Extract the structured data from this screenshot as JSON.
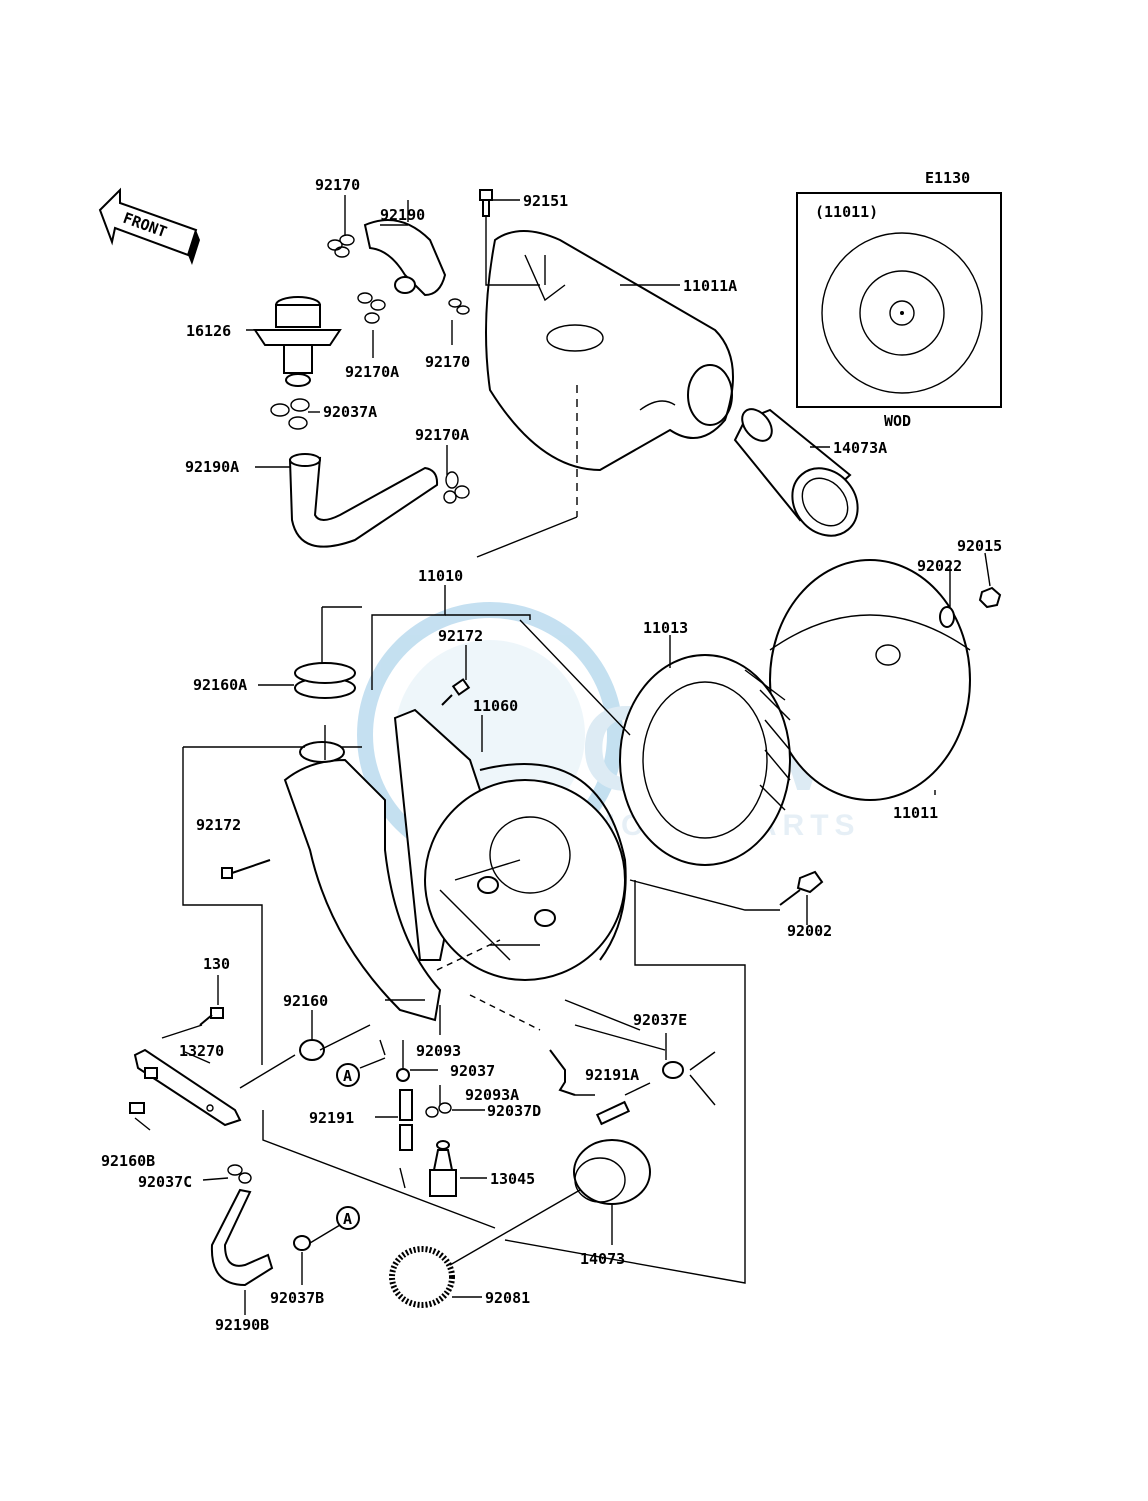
{
  "diagram": {
    "code": "E1130",
    "front_label": "FRONT",
    "inset": {
      "ref_label": "(11011)",
      "caption": "WOD"
    },
    "watermark": {
      "main": "OEM",
      "sub": "MOTORPARTS"
    },
    "callouts": {
      "p92170_top": "92170",
      "p92190": "92190",
      "p92151": "92151",
      "p11011A": "11011A",
      "p16126": "16126",
      "p92170A_top": "92170A",
      "p92170_mid": "92170",
      "p92037A": "92037A",
      "p92170A_mid": "92170A",
      "p92190A": "92190A",
      "p14073A": "14073A",
      "p92015": "92015",
      "p92022": "92022",
      "p11010": "11010",
      "p11013": "11013",
      "p92172_top": "92172",
      "p92160A": "92160A",
      "p11060": "11060",
      "p11011": "11011",
      "p92172_left": "92172",
      "p92002": "92002",
      "p130": "130",
      "p92160": "92160",
      "p92093": "92093",
      "p92037E": "92037E",
      "p13270": "13270",
      "p92037": "92037",
      "p92191A": "92191A",
      "p92093A": "92093A",
      "p92191": "92191",
      "p92037D": "92037D",
      "p92160B": "92160B",
      "p92037C": "92037C",
      "p13045": "13045",
      "p14073": "14073",
      "p92037B": "92037B",
      "p92081": "92081",
      "p92190B": "92190B",
      "markerA": "A"
    }
  }
}
